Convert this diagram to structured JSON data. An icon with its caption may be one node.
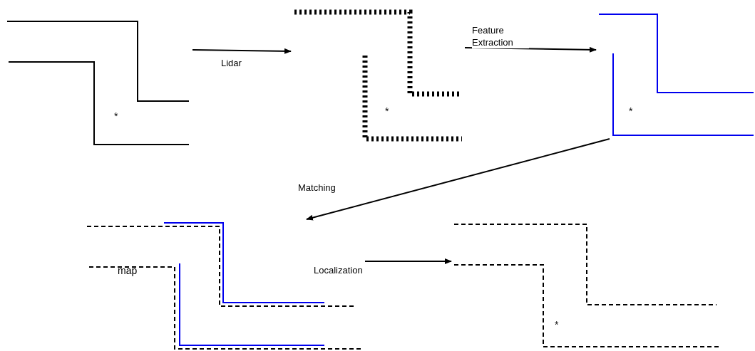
{
  "diagram": {
    "nodes": [
      {
        "text": [
          "*"
        ]
      },
      {
        "text": [
          "*"
        ]
      },
      {
        "text": [
          "*"
        ]
      },
      {
        "text": [
          "map"
        ]
      },
      {
        "text": [
          "*"
        ]
      }
    ],
    "edges": [
      {
        "from": 0,
        "to": 1,
        "arrow": "to",
        "label": "Lidar"
      },
      {
        "from": 1,
        "to": 2,
        "arrow": "to",
        "label": "Feature Extraction"
      },
      {
        "from": 2,
        "to": 3,
        "arrow": "to",
        "label": "Matching"
      },
      {
        "from": 3,
        "to": 4,
        "arrow": "to",
        "label": "Localization"
      }
    ]
  }
}
